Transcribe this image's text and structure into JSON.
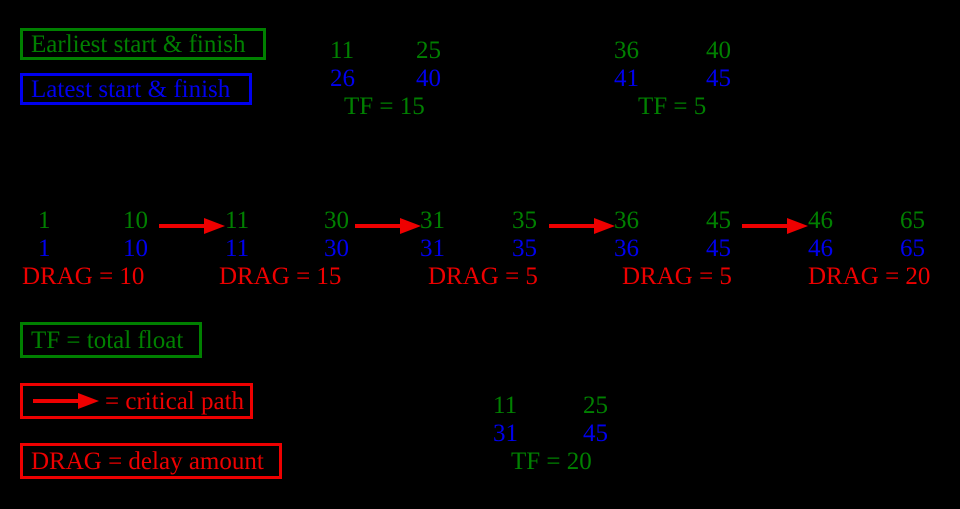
{
  "colors": {
    "background": "#000000",
    "early": "#008000",
    "late": "#0000ee",
    "critical": "#ee0000"
  },
  "legend_top": [
    {
      "label": "Earliest start & finish",
      "color": "#008000",
      "name": "earliest-start-finish"
    },
    {
      "label": "Latest start & finish",
      "color": "#0000ee",
      "name": "latest-start-finish"
    }
  ],
  "legend_bottom": [
    {
      "label": "TF = total float",
      "color": "#008000",
      "name": "total-float"
    },
    {
      "label": "= critical path",
      "color": "#ee0000",
      "name": "critical-path",
      "icon": "arrow-right-icon"
    },
    {
      "label": "DRAG = delay amount",
      "color": "#ee0000",
      "name": "drag-definition"
    }
  ],
  "top_nodes": [
    {
      "name": "noncritical-node-1",
      "early_start": "11",
      "early_finish": "25",
      "late_start": "26",
      "late_finish": "40",
      "float_label": "TF = 15"
    },
    {
      "name": "noncritical-node-2",
      "early_start": "36",
      "early_finish": "40",
      "late_start": "41",
      "late_finish": "45",
      "float_label": "TF = 5"
    }
  ],
  "critical_path_nodes": [
    {
      "name": "critical-node-1",
      "early_start": "1",
      "early_finish": "10",
      "late_start": "1",
      "late_finish": "10",
      "drag_label": "DRAG = 10"
    },
    {
      "name": "critical-node-2",
      "early_start": "11",
      "early_finish": "30",
      "late_start": "11",
      "late_finish": "30",
      "drag_label": "DRAG = 15"
    },
    {
      "name": "critical-node-3",
      "early_start": "31",
      "early_finish": "35",
      "late_start": "31",
      "late_finish": "35",
      "drag_label": "DRAG = 5"
    },
    {
      "name": "critical-node-4",
      "early_start": "36",
      "early_finish": "45",
      "late_start": "36",
      "late_finish": "45",
      "drag_label": "DRAG = 5"
    },
    {
      "name": "critical-node-5",
      "early_start": "46",
      "early_finish": "65",
      "late_start": "46",
      "late_finish": "65",
      "drag_label": "DRAG = 20"
    }
  ],
  "bottom_node": {
    "name": "noncritical-node-3",
    "early_start": "11",
    "early_finish": "25",
    "late_start": "31",
    "late_finish": "45",
    "float_label": "TF = 20"
  }
}
